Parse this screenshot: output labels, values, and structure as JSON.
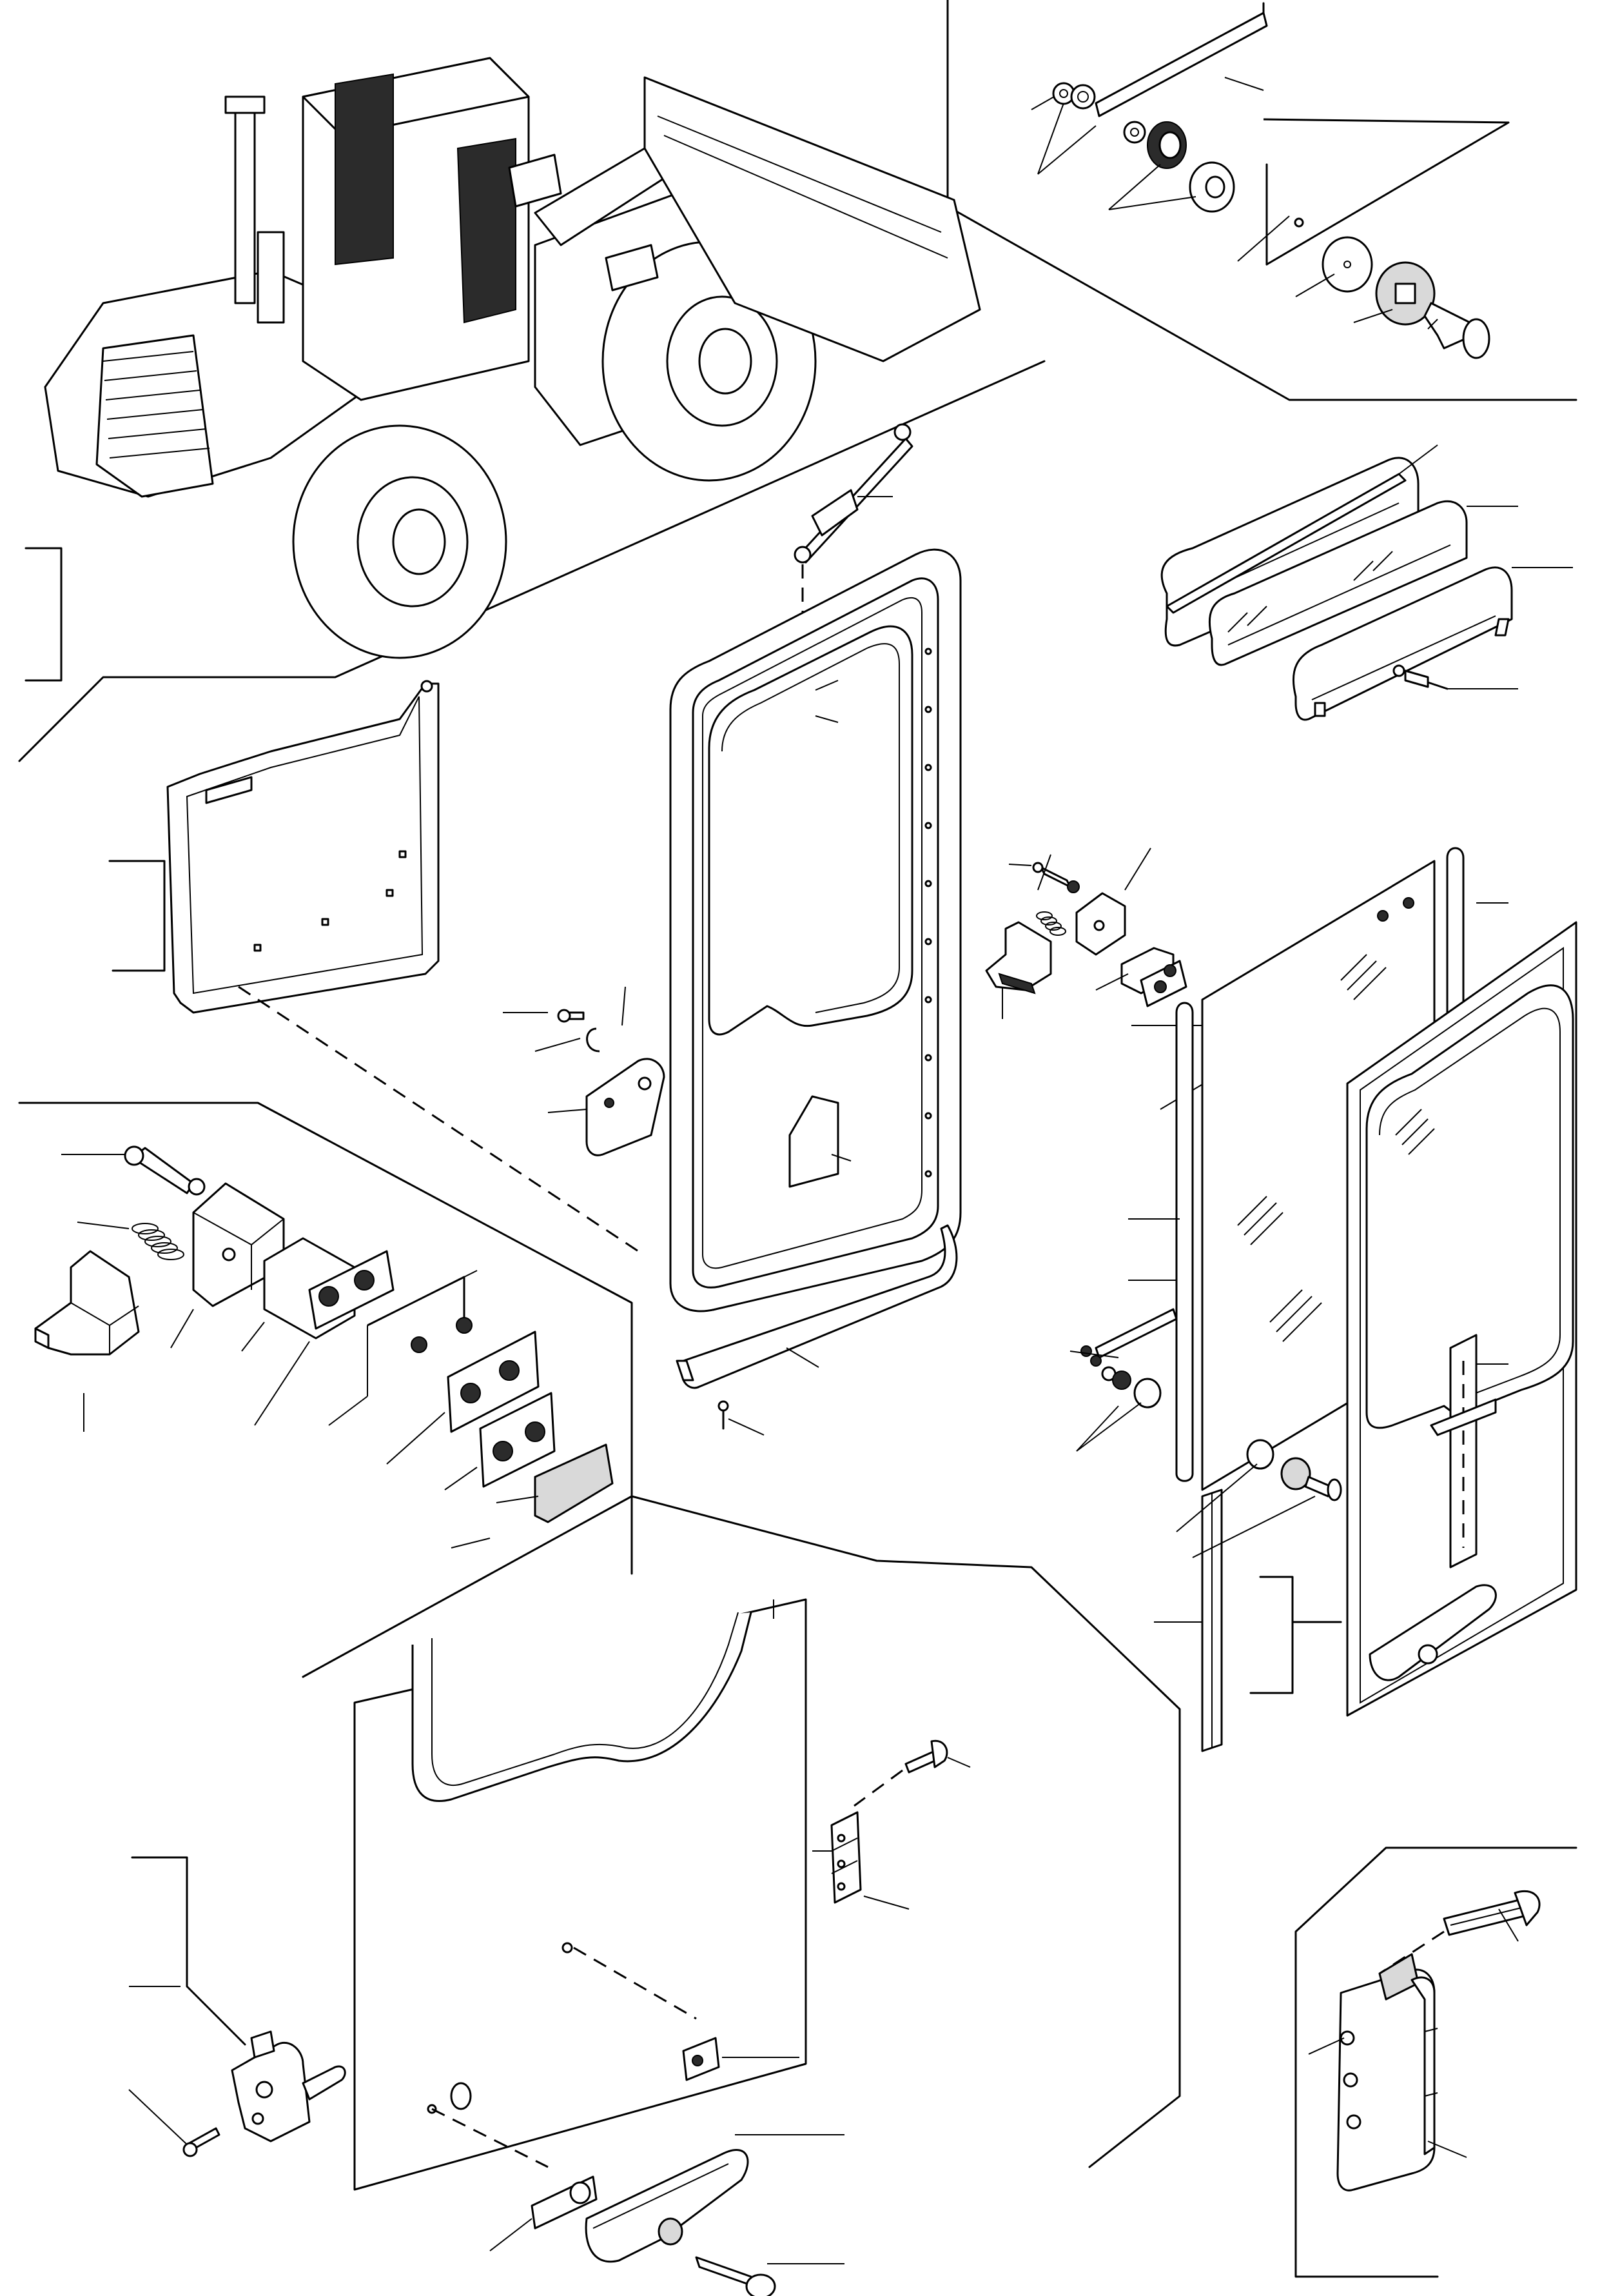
{
  "diagram": {
    "style": "exploded parts view (line art, no printed text)",
    "colors": {
      "ink": "#000000",
      "paper": "#ffffff",
      "shade": "#d9d9d9",
      "dark": "#2b2b2b"
    },
    "sections": [
      {
        "id": "machine-overview",
        "icon": "wheel-loader-icon"
      },
      {
        "id": "glass-slide-rollers",
        "icon": "roller-assembly-icon"
      },
      {
        "id": "window-seal-channels",
        "icon": "seal-channel-icon"
      },
      {
        "id": "door-frame",
        "icon": "door-frame-icon"
      },
      {
        "id": "inner-door-panel",
        "icon": "door-panel-icon"
      },
      {
        "id": "latch-detail",
        "icon": "latch-icon"
      },
      {
        "id": "sliding-glass-assembly",
        "icon": "glass-pane-icon"
      },
      {
        "id": "door-skin-and-handle",
        "icon": "door-handle-icon"
      },
      {
        "id": "hinge-detail",
        "icon": "hinge-icon"
      }
    ]
  }
}
